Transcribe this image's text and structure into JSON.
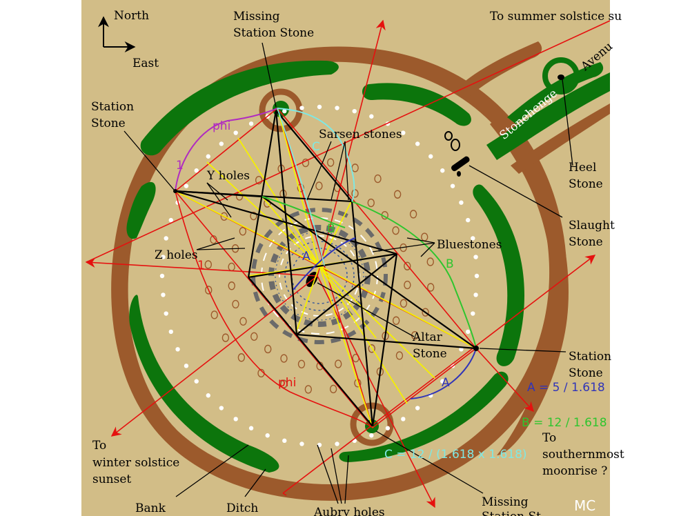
{
  "compass": {
    "north": "North",
    "east": "East"
  },
  "labels": {
    "missing_station_stone_top": [
      "Missing",
      "Station Stone"
    ],
    "summer_solstice": "To summer solstice su",
    "station_stone_left": [
      "Station",
      "Stone"
    ],
    "sarsen_stones": "Sarsen stones",
    "y_holes": "Y holes",
    "z_holes": "Z holes",
    "bluestones": "Bluestones",
    "altar_stone": [
      "Altar",
      "Stone"
    ],
    "heel_stone": [
      "Heel",
      "Stone"
    ],
    "slaughter_stone": [
      "Slaught",
      "Stone"
    ],
    "station_stone_right": [
      "Station",
      "Stone"
    ],
    "avenue": "Avenu",
    "stonehenge": "Stonehenge",
    "winter_solstice": [
      "To",
      "winter solstice",
      "sunset"
    ],
    "bank": "Bank",
    "ditch": "Ditch",
    "aubry_holes": "Aubry holes",
    "missing_station_stone_bottom": [
      "Missing",
      "Station St"
    ],
    "southernmost_moonrise": [
      "To",
      "southernmost",
      "moonrise ?"
    ],
    "credit": "MC"
  },
  "ratio_marks": {
    "phi_top": "phi",
    "one_top": "1",
    "one_left": "1",
    "phi_bottom": "phi",
    "a_center": "A",
    "a_right": "A",
    "b_center": "B",
    "b_right": "B",
    "c_top": "C"
  },
  "formulas": {
    "a": "A =  5 / 1.618",
    "b": "B = 12 / 1.618",
    "c": "C = 12 / (1.618 x 1.618)"
  },
  "colors": {
    "ground": "#d2bd87",
    "bank": "#9c5a2c",
    "ditch": "#0c750c",
    "axis": "#e5110f",
    "rect": "#e5110f",
    "yellow": "#f5f000",
    "phi_purple": "#b02cc0",
    "blue": "#3034b8",
    "green": "#2ec52e",
    "cyan": "#7fe8e3"
  }
}
